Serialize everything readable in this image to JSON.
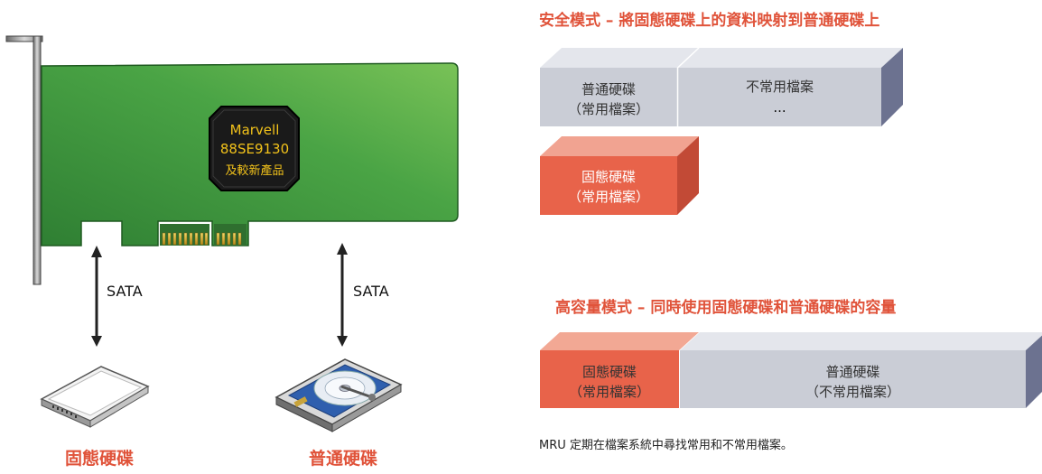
{
  "chip": {
    "line1": "Marvell",
    "line2": "88SE9130",
    "line3": "及較新產品"
  },
  "links": {
    "ssd_label": "SATA",
    "hdd_label": "SATA"
  },
  "drives": {
    "ssd_caption": "固態硬碟",
    "hdd_caption": "普通硬碟"
  },
  "safe_mode": {
    "title": "安全模式 – 將固態硬碟上的資料映射到普通硬碟上",
    "hdd_common": {
      "line1": "普通硬碟",
      "line2": "（常用檔案）"
    },
    "hdd_uncommon": {
      "line1": "不常用檔案",
      "line2": "..."
    },
    "ssd_common": {
      "line1": "固態硬碟",
      "line2": "（常用檔案）"
    }
  },
  "capacity_mode": {
    "title": "高容量模式 – 同時使用固態硬碟和普通硬碟的容量",
    "ssd": {
      "line1": "固態硬碟",
      "line2": "（常用檔案）"
    },
    "hdd": {
      "line1": "普通硬碟",
      "line2": "（不常用檔案）"
    }
  },
  "footnote": "MRU 定期在檔案系統中尋找常用和不常用檔案。",
  "colors": {
    "accent": "#e0533a",
    "board": "#3f9a3f",
    "gray_box": "#cfd1d9",
    "orange_box": "#e8634a"
  }
}
